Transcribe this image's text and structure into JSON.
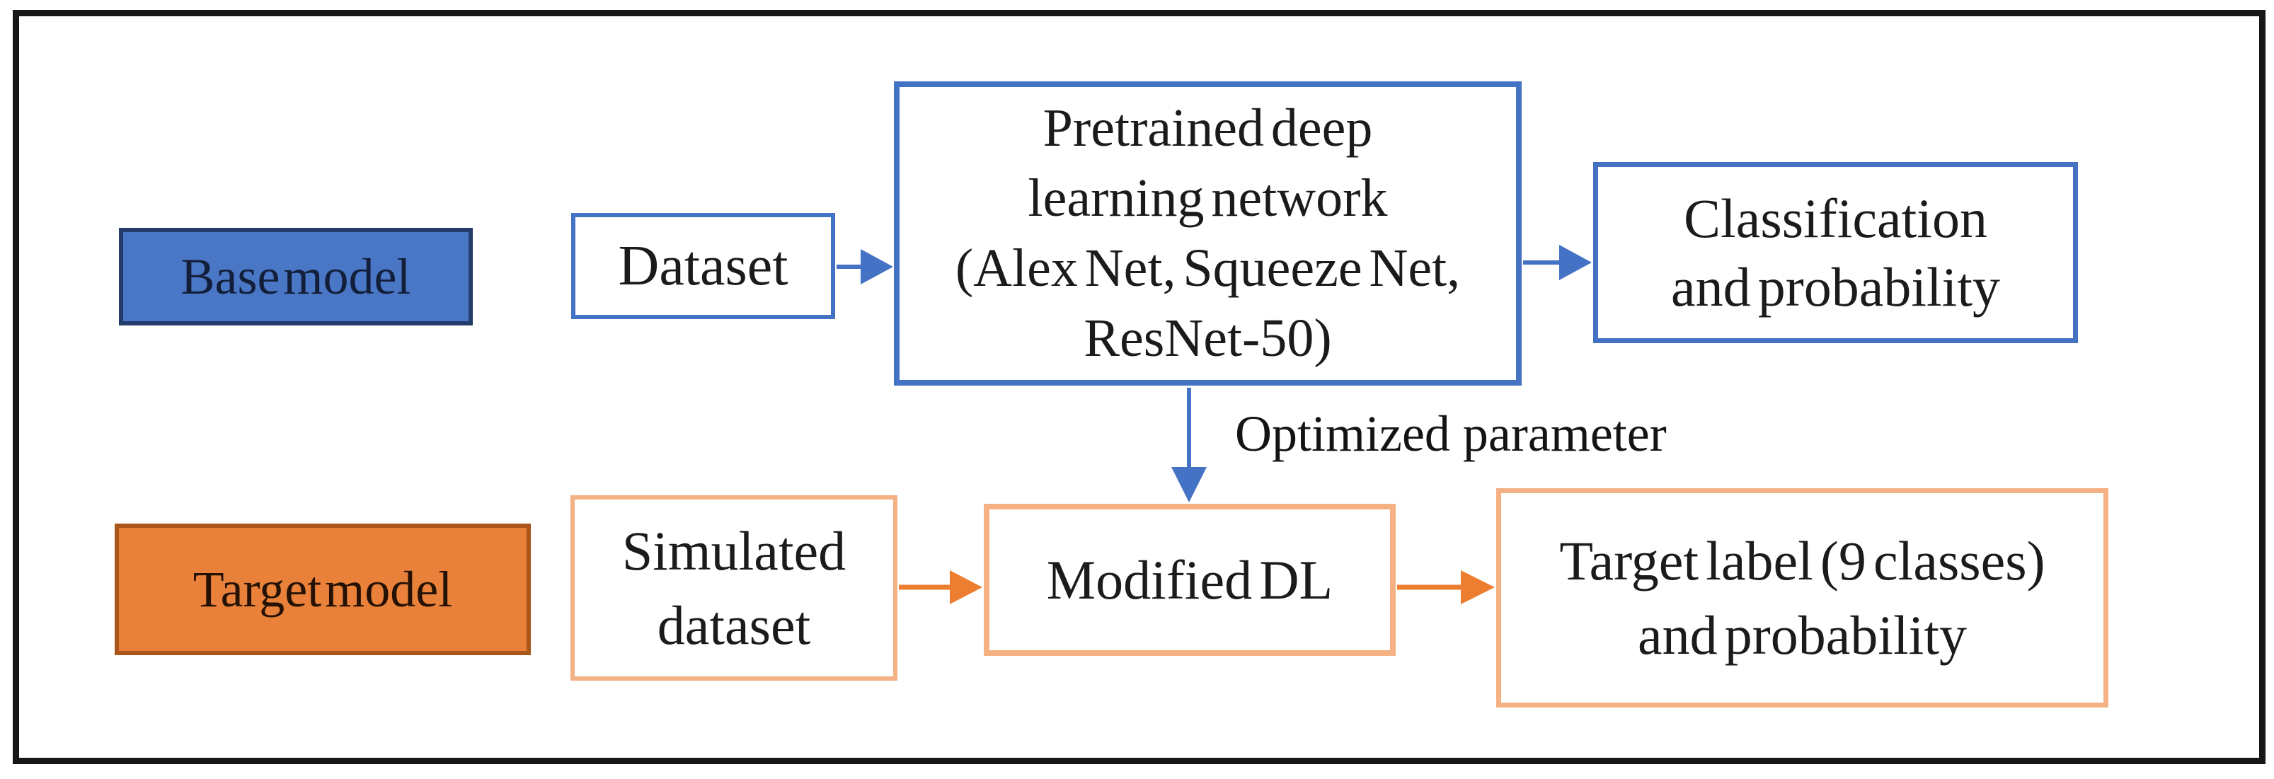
{
  "boxes": {
    "base_model": {
      "label": "Base model"
    },
    "dataset": {
      "label": "Dataset"
    },
    "pretrained_network": {
      "lines": [
        "Pretrained deep",
        "learning network",
        "(Alex Net, Squeeze Net,",
        "ResNet-50)"
      ]
    },
    "classification": {
      "lines": [
        "Classification",
        "and probability"
      ]
    },
    "target_model": {
      "label": "Target model"
    },
    "simulated_dataset": {
      "lines": [
        "Simulated",
        "dataset"
      ]
    },
    "modified_dl": {
      "label": "Modified DL"
    },
    "target_label": {
      "lines": [
        "Target label (9 classes)",
        "and probability"
      ]
    }
  },
  "annotations": {
    "optimized_parameter": "Optimized parameter"
  },
  "colors": {
    "blue_fill": "#4977C6",
    "blue_fill_border": "#233C6B",
    "blue_outline": "#4472C4",
    "arrow_blue": "#4472C4",
    "orange_fill": "#E9813A",
    "orange_fill_border": "#A9561B",
    "orange_outline_light": "#F4B183",
    "arrow_orange": "#ED7D31",
    "frame_border": "#161616",
    "text_dark": "#1b1b1b"
  }
}
